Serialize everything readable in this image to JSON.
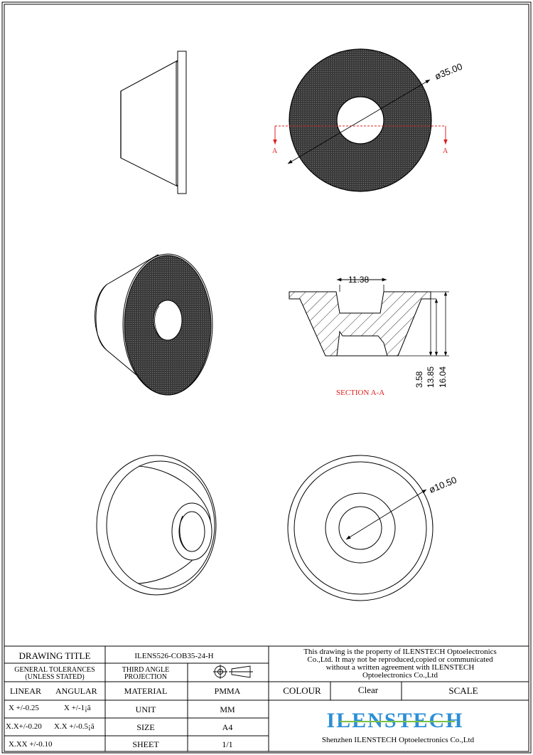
{
  "views": {
    "top_view": {
      "diameter_label": "ø35.00",
      "section_marker": "A"
    },
    "section_view": {
      "title": "SECTION A-A",
      "top_width_label": "11.38",
      "heights": [
        "3.58",
        "13.85",
        "16.04"
      ]
    },
    "bottom_view": {
      "diameter_label": "ø10.50"
    }
  },
  "title_block": {
    "drawing_title_label": "DRAWING TITLE",
    "drawing_title_value": "ILENS526-COB35-24-H",
    "general_tolerances": [
      "GENERAL TOLERANCES",
      "(UNLESS STATED)"
    ],
    "projection": [
      "THIRD ANGLE",
      "PROJECTION"
    ],
    "notice": [
      "This drawing is the property of ILENSTECH Optoelectronics",
      "Co.,Ltd. It may not be reproduced,copied or communicated",
      "without a written agreement with ILENSTECH",
      "Optoelectronics Co.,Ltd"
    ],
    "linear_label": "LINEAR",
    "angular_label": "ANGULAR",
    "tolerance_rows": [
      {
        "linear": "X  +/-0.25",
        "angular": "X  +/-1¡ã"
      },
      {
        "linear": "X.X+/-0.20",
        "angular": "X.X +/-0.5¡ã"
      },
      {
        "linear": "X.XX +/-0.10",
        "angular": ""
      }
    ],
    "fields": [
      {
        "label": "MATERIAL",
        "value": "PMMA"
      },
      {
        "label": "UNIT",
        "value": "MM"
      },
      {
        "label": "SIZE",
        "value": "A4"
      },
      {
        "label": "SHEET",
        "value": "1/1"
      }
    ],
    "colour_label": "COLOUR",
    "colour_value": "Clear",
    "scale_label": "SCALE",
    "logo_text": "ILENSTECH",
    "company": "Shenzhen ILENSTECH Optoelectronics Co.,Ltd",
    "colors": {
      "logo_blue": "#2c8fd6",
      "logo_green": "#7cc243",
      "section_red": "#e02020"
    }
  }
}
